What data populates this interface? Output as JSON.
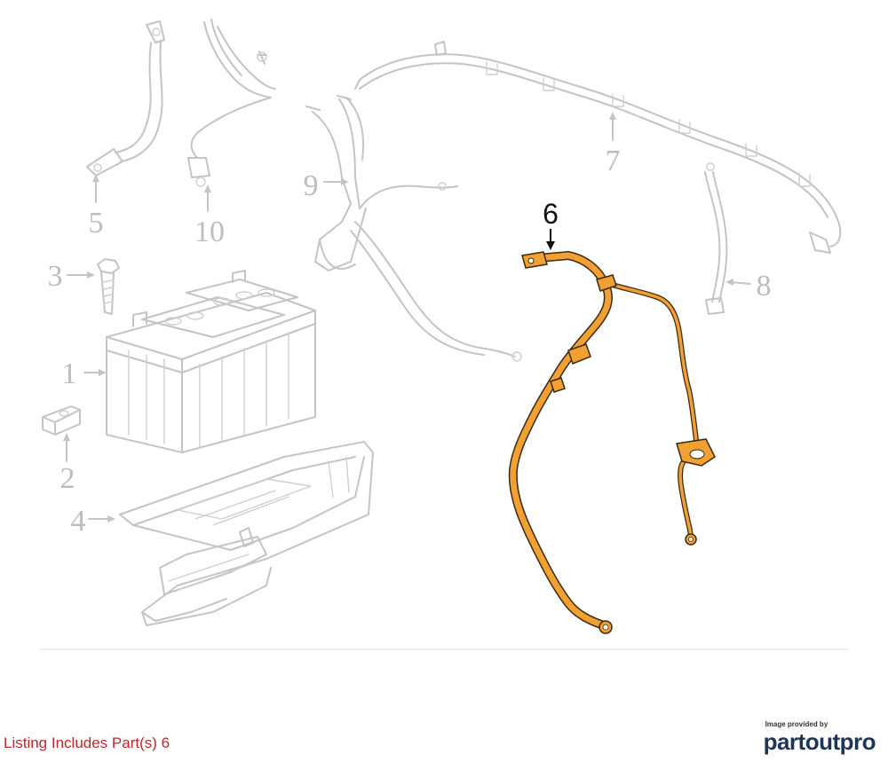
{
  "callouts": [
    "1",
    "2",
    "3",
    "4",
    "5",
    "6",
    "7",
    "8",
    "9",
    "10"
  ],
  "highlighted_part": "6",
  "listing_note": "Listing Includes Part(s) 6",
  "credit_caption": "Image provided by",
  "credit_logo": "partoutpro",
  "colors": {
    "highlight": "#f3a033",
    "outline": "#3a2a10",
    "faded_part": "#c4c4c4",
    "listing_text": "#c0272d",
    "logo_text": "#1d3557"
  }
}
